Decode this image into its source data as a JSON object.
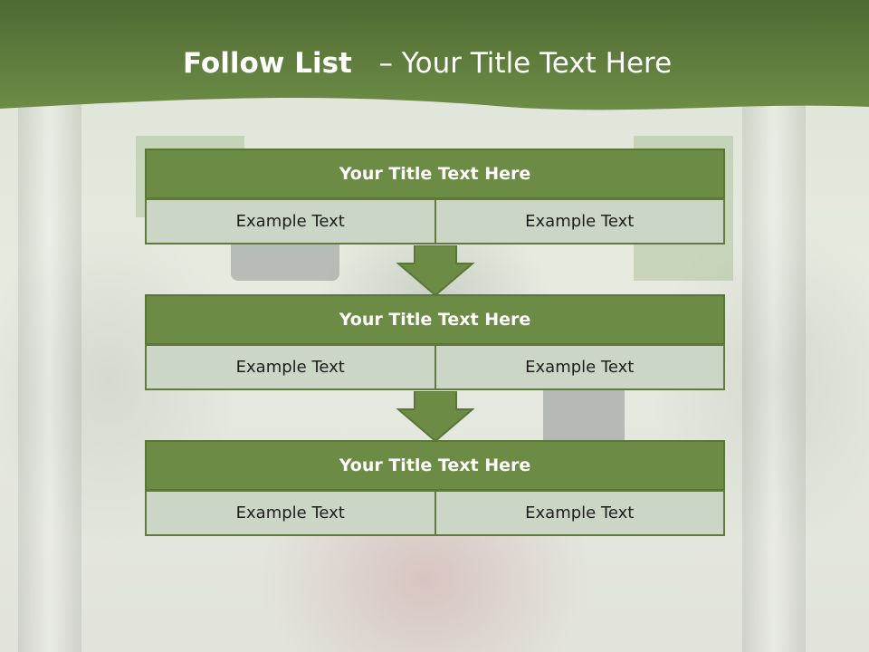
{
  "header": {
    "title_bold": "Follow List",
    "title_rest": "– Your Title Text Here"
  },
  "blocks": [
    {
      "title": "Your Title Text Here",
      "left": "Example Text",
      "right": "Example Text"
    },
    {
      "title": "Your Title Text Here",
      "left": "Example Text",
      "right": "Example Text"
    },
    {
      "title": "Your Title Text Here",
      "left": "Example Text",
      "right": "Example Text"
    }
  ],
  "colors": {
    "header_green": "#5c7a3a",
    "title_bar_green": "#6c8c45",
    "cell_fill": "#ccd6c6",
    "arrow_green": "#6c8c45"
  },
  "icons": {
    "connector": "down-arrow-icon"
  }
}
